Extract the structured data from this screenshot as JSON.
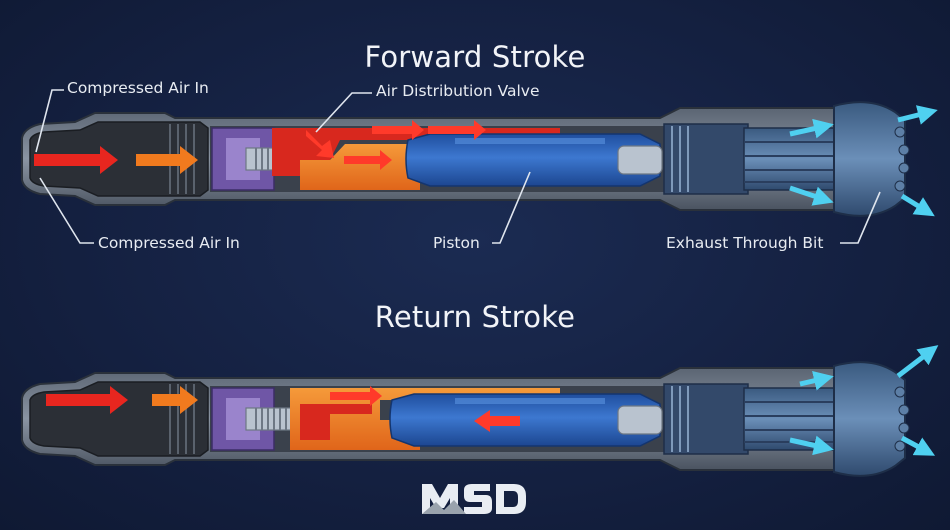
{
  "titles": {
    "forward": "Forward Stroke",
    "return": "Return Stroke"
  },
  "labels": {
    "compressed_air_in_top": "Compressed Air In",
    "compressed_air_in_bottom": "Compressed Air In",
    "air_distribution_valve": "Air Distribution Valve",
    "piston": "Piston",
    "exhaust": "Exhaust Through Bit"
  },
  "logo": {
    "text": "MSD"
  },
  "colors": {
    "background": "#142040",
    "supply_air": "#e8261f",
    "drive_air": "#f07a1e",
    "exhaust_air": "#4fd0f0",
    "piston": "#2f63b8",
    "valve": "#7a5fb0"
  }
}
